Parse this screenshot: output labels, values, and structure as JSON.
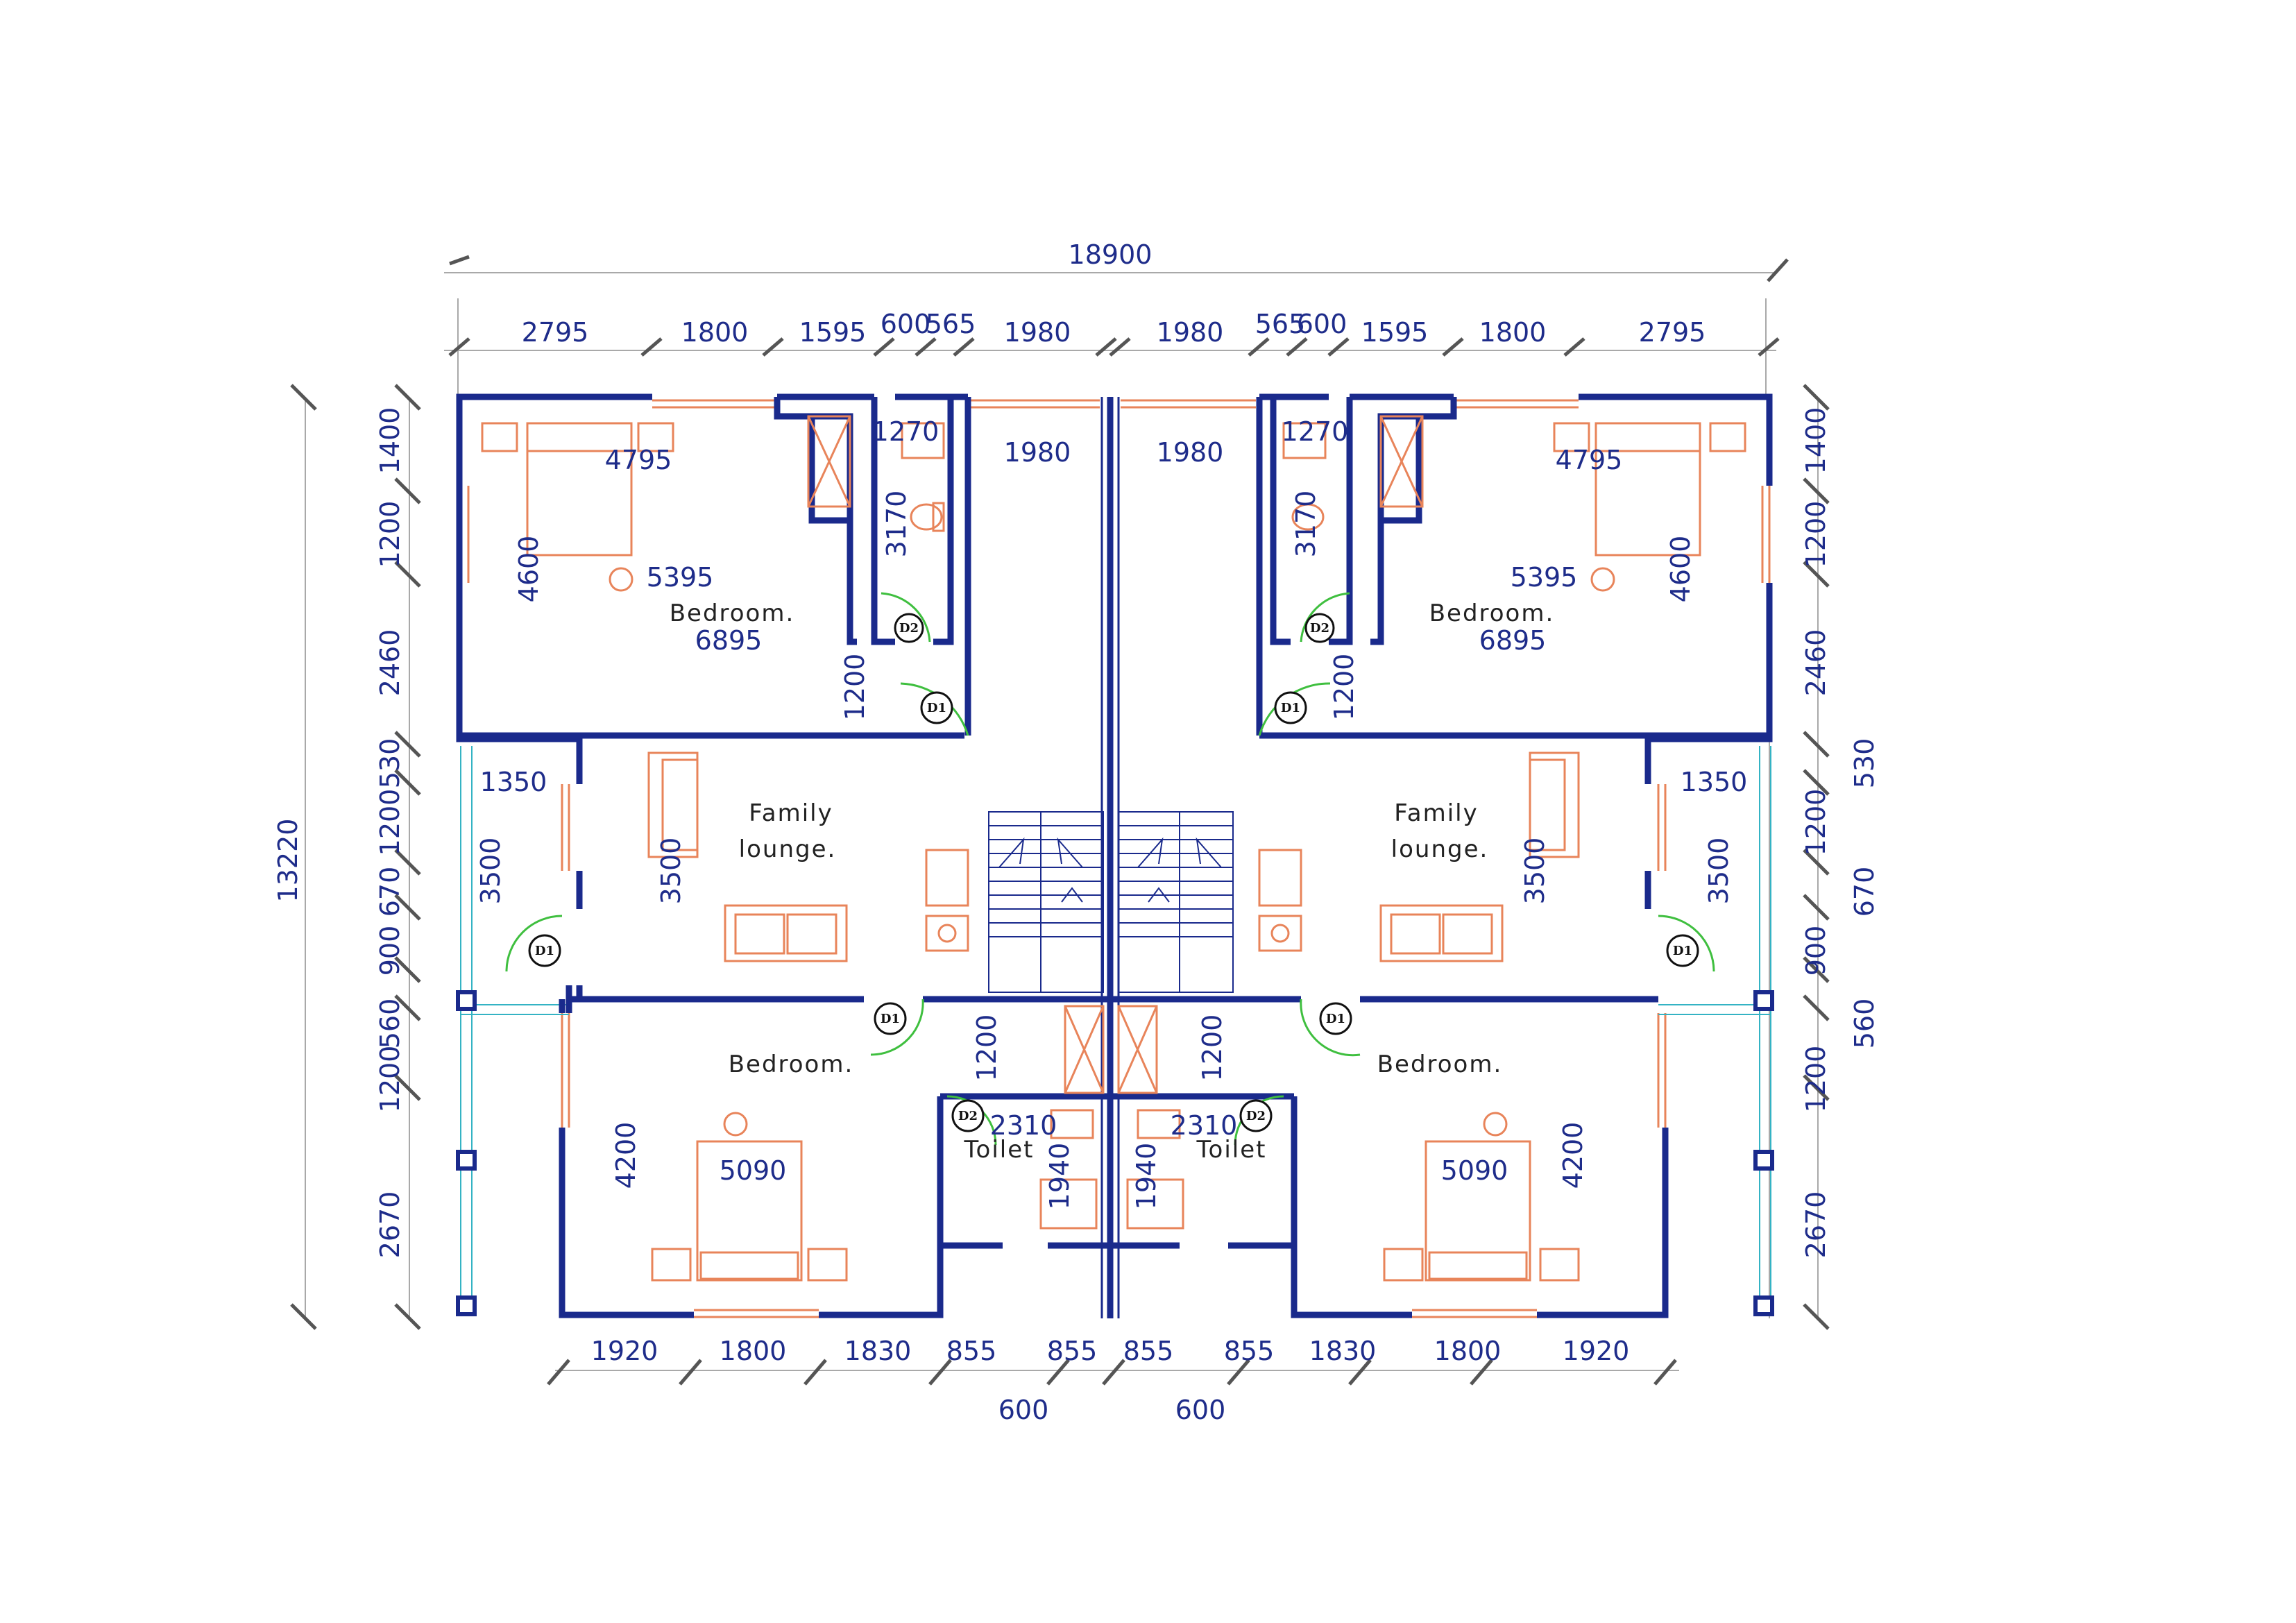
{
  "dimensions": {
    "overall_width": "18900",
    "overall_depth": "13220",
    "top": [
      "2795",
      "1800",
      "1595",
      "600",
      "565",
      "1980",
      "1980",
      "565",
      "600",
      "1595",
      "1800",
      "2795"
    ],
    "left": [
      "1400",
      "1200",
      "2460",
      "530",
      "1200",
      "670",
      "900",
      "560",
      "1200",
      "2670"
    ],
    "right": [
      "1400",
      "1200",
      "2460",
      "530",
      "1200",
      "670",
      "900",
      "560",
      "1200",
      "2670"
    ],
    "bottom": [
      "1920",
      "1800",
      "1830",
      "855",
      "855",
      "855",
      "855",
      "1830",
      "1800",
      "1920"
    ],
    "bottom_sub": [
      "600",
      "600"
    ],
    "interior": {
      "bed_top_len": "4795",
      "bed_top_diag": "5395",
      "bed_top_width": "6895",
      "bed_top_depth": "4600",
      "bath_width": "1270",
      "bath_depth": "3170",
      "corridor": "1980",
      "passage": "1200",
      "lounge_side": "1350",
      "lounge_a": "3500",
      "lounge_b": "3500",
      "bed_bot_diag": "5090",
      "bed_bot_depth": "4200",
      "toilet_w": "2310",
      "toilet_d": "1940",
      "passage_b": "1200"
    }
  },
  "rooms": {
    "bedroom_top": "Bedroom.",
    "family_1": "Family",
    "family_2": "lounge.",
    "bedroom_bottom": "Bedroom.",
    "toilet": "Toilet"
  },
  "doors": {
    "d1": "D1",
    "d2": "D2"
  },
  "colors": {
    "wall": "#1a2a8c",
    "furniture": "#e8845a",
    "door": "#3fbf3f",
    "text": "#1e2c8a"
  }
}
